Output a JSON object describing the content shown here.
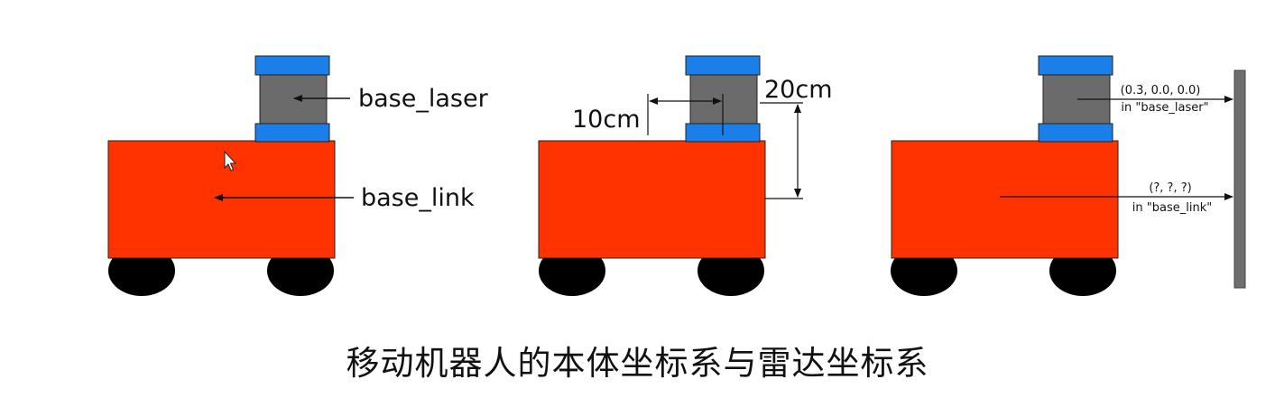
{
  "panel1": {
    "laser_label": "base_laser",
    "base_label": "base_link"
  },
  "panel2": {
    "horizontal_offset": "10cm",
    "vertical_offset": "20cm"
  },
  "panel3": {
    "laser_point_coords": "(0.3, 0.0, 0.0)",
    "laser_point_frame": "in \"base_laser\"",
    "base_point_coords": "(?, ?, ?)",
    "base_point_frame": "in \"base_link\""
  },
  "caption": "移动机器人的本体坐标系与雷达坐标系",
  "colors": {
    "body": "#ff3300",
    "laser_cap": "#1a7fe8",
    "laser_core": "#6b6b6b",
    "wheel": "#000000",
    "wall": "#6e6e6e"
  }
}
